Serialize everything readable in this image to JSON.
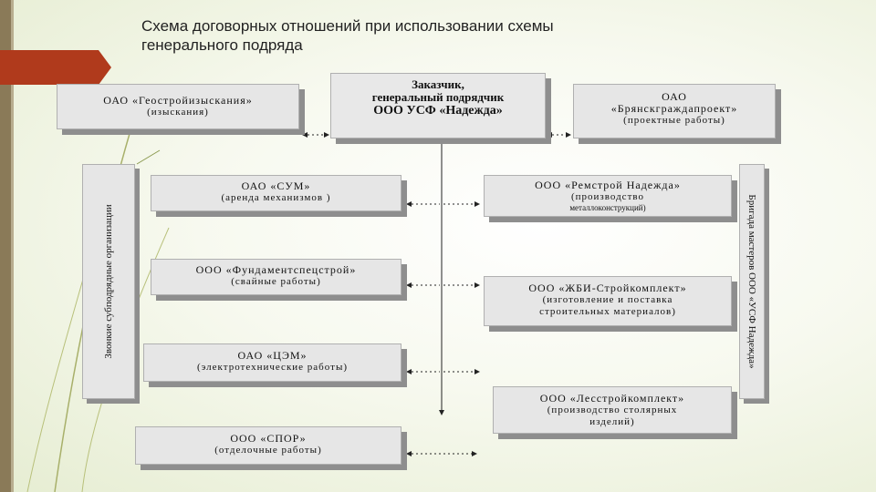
{
  "title": "Схема договорных отношений при использовании схемы\nгенерального подряда",
  "center": {
    "line1": "Заказчик,",
    "line2": "генеральный подрядчик",
    "line3": "ООО УСФ «Надежда»"
  },
  "left_top": {
    "name": "ОАО «Геостройизыскания»",
    "desc": "(изыскания)"
  },
  "right_top": {
    "name": "ОАО",
    "name2": "«Брянскграждапроект»",
    "desc": "(проектные работы)"
  },
  "left_vertical_label": "Звонкие субподрядные организации",
  "right_vertical_label": "Бригада мастеров ООО «УСФ Надежда»",
  "left_subs": [
    {
      "name": "ОАО «СУМ»",
      "desc": "(аренда механизмов )"
    },
    {
      "name": "ООО «Фундаментспецстрой»",
      "desc": "(свайные работы)"
    },
    {
      "name": "ОАО «ЦЭМ»",
      "desc": "(электротехнические работы)"
    },
    {
      "name": "ООО «СПОР»",
      "desc": "(отделочные работы)"
    }
  ],
  "right_subs": [
    {
      "name": "ООО «Ремстрой Надежда»",
      "desc": "(производство",
      "desc2": "металлоконструкций)"
    },
    {
      "name": "ООО «ЖБИ-Стройкомплект»",
      "desc": "(изготовление и поставка",
      "desc2": "строительных материалов)"
    },
    {
      "name": "ООО «Лесстройкомплект»",
      "desc": "(производство столярных",
      "desc2": "изделий)"
    }
  ],
  "colors": {
    "accent_red": "#b03a1c",
    "strip": "#8a7a58",
    "box": "#e6e6e6",
    "shadow": "#8e8e8e"
  }
}
